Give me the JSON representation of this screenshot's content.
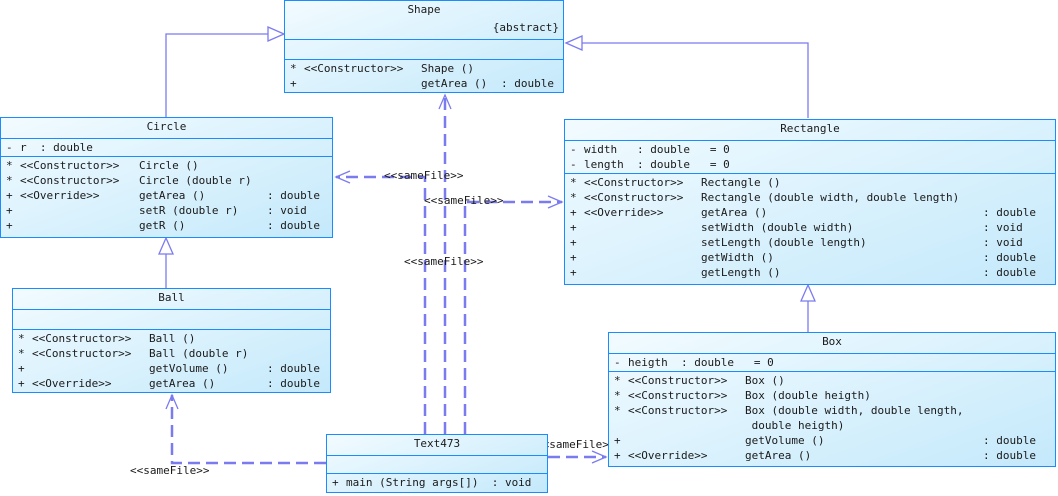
{
  "diagram": {
    "type": "uml-class-diagram",
    "colors": {
      "border": "#1a8cff",
      "connector": "#7b7bf0",
      "fill_start": "#f2fbff",
      "fill_end": "#c4e9fb"
    },
    "classes": {
      "shape": {
        "name": "Shape",
        "stereotype": "{abstract}",
        "attributes": [],
        "operations": [
          {
            "vis": "*",
            "stereotype": "<<Constructor>>",
            "signature": "Shape ()",
            "ret": ""
          },
          {
            "vis": "+",
            "stereotype": "",
            "signature": "getArea ()",
            "ret": ": double"
          }
        ]
      },
      "circle": {
        "name": "Circle",
        "attributes": [
          {
            "vis": "-",
            "text": "r  : double"
          }
        ],
        "operations": [
          {
            "vis": "*",
            "stereotype": "<<Constructor>>",
            "signature": "Circle ()",
            "ret": ""
          },
          {
            "vis": "*",
            "stereotype": "<<Constructor>>",
            "signature": "Circle (double r)",
            "ret": ""
          },
          {
            "vis": "+",
            "stereotype": "<<Override>>",
            "signature": "getArea ()",
            "ret": ": double"
          },
          {
            "vis": "+",
            "stereotype": "",
            "signature": "setR (double r)",
            "ret": ": void"
          },
          {
            "vis": "+",
            "stereotype": "",
            "signature": "getR ()",
            "ret": ": double"
          }
        ]
      },
      "ball": {
        "name": "Ball",
        "attributes": [],
        "operations": [
          {
            "vis": "*",
            "stereotype": "<<Constructor>>",
            "signature": "Ball ()",
            "ret": ""
          },
          {
            "vis": "*",
            "stereotype": "<<Constructor>>",
            "signature": "Ball (double r)",
            "ret": ""
          },
          {
            "vis": "+",
            "stereotype": "",
            "signature": "getVolume ()",
            "ret": ": double"
          },
          {
            "vis": "+",
            "stereotype": "<<Override>>",
            "signature": "getArea ()",
            "ret": ": double"
          }
        ]
      },
      "rectangle": {
        "name": "Rectangle",
        "attributes": [
          {
            "vis": "-",
            "text": "width   : double   = 0"
          },
          {
            "vis": "-",
            "text": "length  : double   = 0"
          }
        ],
        "operations": [
          {
            "vis": "*",
            "stereotype": "<<Constructor>>",
            "signature": "Rectangle ()",
            "ret": ""
          },
          {
            "vis": "*",
            "stereotype": "<<Constructor>>",
            "signature": "Rectangle (double width, double length)",
            "ret": ""
          },
          {
            "vis": "+",
            "stereotype": "<<Override>>",
            "signature": "getArea ()",
            "ret": ": double"
          },
          {
            "vis": "+",
            "stereotype": "",
            "signature": "setWidth (double width)",
            "ret": ": void"
          },
          {
            "vis": "+",
            "stereotype": "",
            "signature": "setLength (double length)",
            "ret": ": void"
          },
          {
            "vis": "+",
            "stereotype": "",
            "signature": "getWidth ()",
            "ret": ": double"
          },
          {
            "vis": "+",
            "stereotype": "",
            "signature": "getLength ()",
            "ret": ": double"
          }
        ]
      },
      "box": {
        "name": "Box",
        "attributes": [
          {
            "vis": "-",
            "text": "heigth  : double   = 0"
          }
        ],
        "operations": [
          {
            "vis": "*",
            "stereotype": "<<Constructor>>",
            "signature": "Box ()",
            "ret": ""
          },
          {
            "vis": "*",
            "stereotype": "<<Constructor>>",
            "signature": "Box (double heigth)",
            "ret": ""
          },
          {
            "vis": "*",
            "stereotype": "<<Constructor>>",
            "signature": "Box (double width, double length,",
            "ret": ""
          },
          {
            "vis": "",
            "stereotype": "",
            "signature": " double heigth)",
            "ret": ""
          },
          {
            "vis": "+",
            "stereotype": "",
            "signature": "getVolume ()",
            "ret": ": double"
          },
          {
            "vis": "+",
            "stereotype": "<<Override>>",
            "signature": "getArea ()",
            "ret": ": double"
          }
        ]
      },
      "text473": {
        "name": "Text473",
        "attributes": [],
        "operations": [
          {
            "vis": "+",
            "stereotype": "",
            "signature": "main (String args[])  : void",
            "ret": ""
          }
        ]
      }
    },
    "relations": {
      "generalization": [
        {
          "from": "Circle",
          "to": "Shape"
        },
        {
          "from": "Rectangle",
          "to": "Shape"
        },
        {
          "from": "Ball",
          "to": "Circle"
        },
        {
          "from": "Box",
          "to": "Rectangle"
        }
      ],
      "dependency_label": "<<sameFile>>",
      "dependencies": [
        {
          "from": "Text473",
          "to": "Shape",
          "label": "<<sameFile>>"
        },
        {
          "from": "Text473",
          "to": "Circle",
          "label": "<<sameFile>>"
        },
        {
          "from": "Text473",
          "to": "Rectangle",
          "label": "<<sameFile>>"
        },
        {
          "from": "Text473",
          "to": "Ball",
          "label": "<<sameFile>>"
        },
        {
          "from": "Text473",
          "to": "Box",
          "label": "<<sameFile>>"
        }
      ]
    }
  }
}
